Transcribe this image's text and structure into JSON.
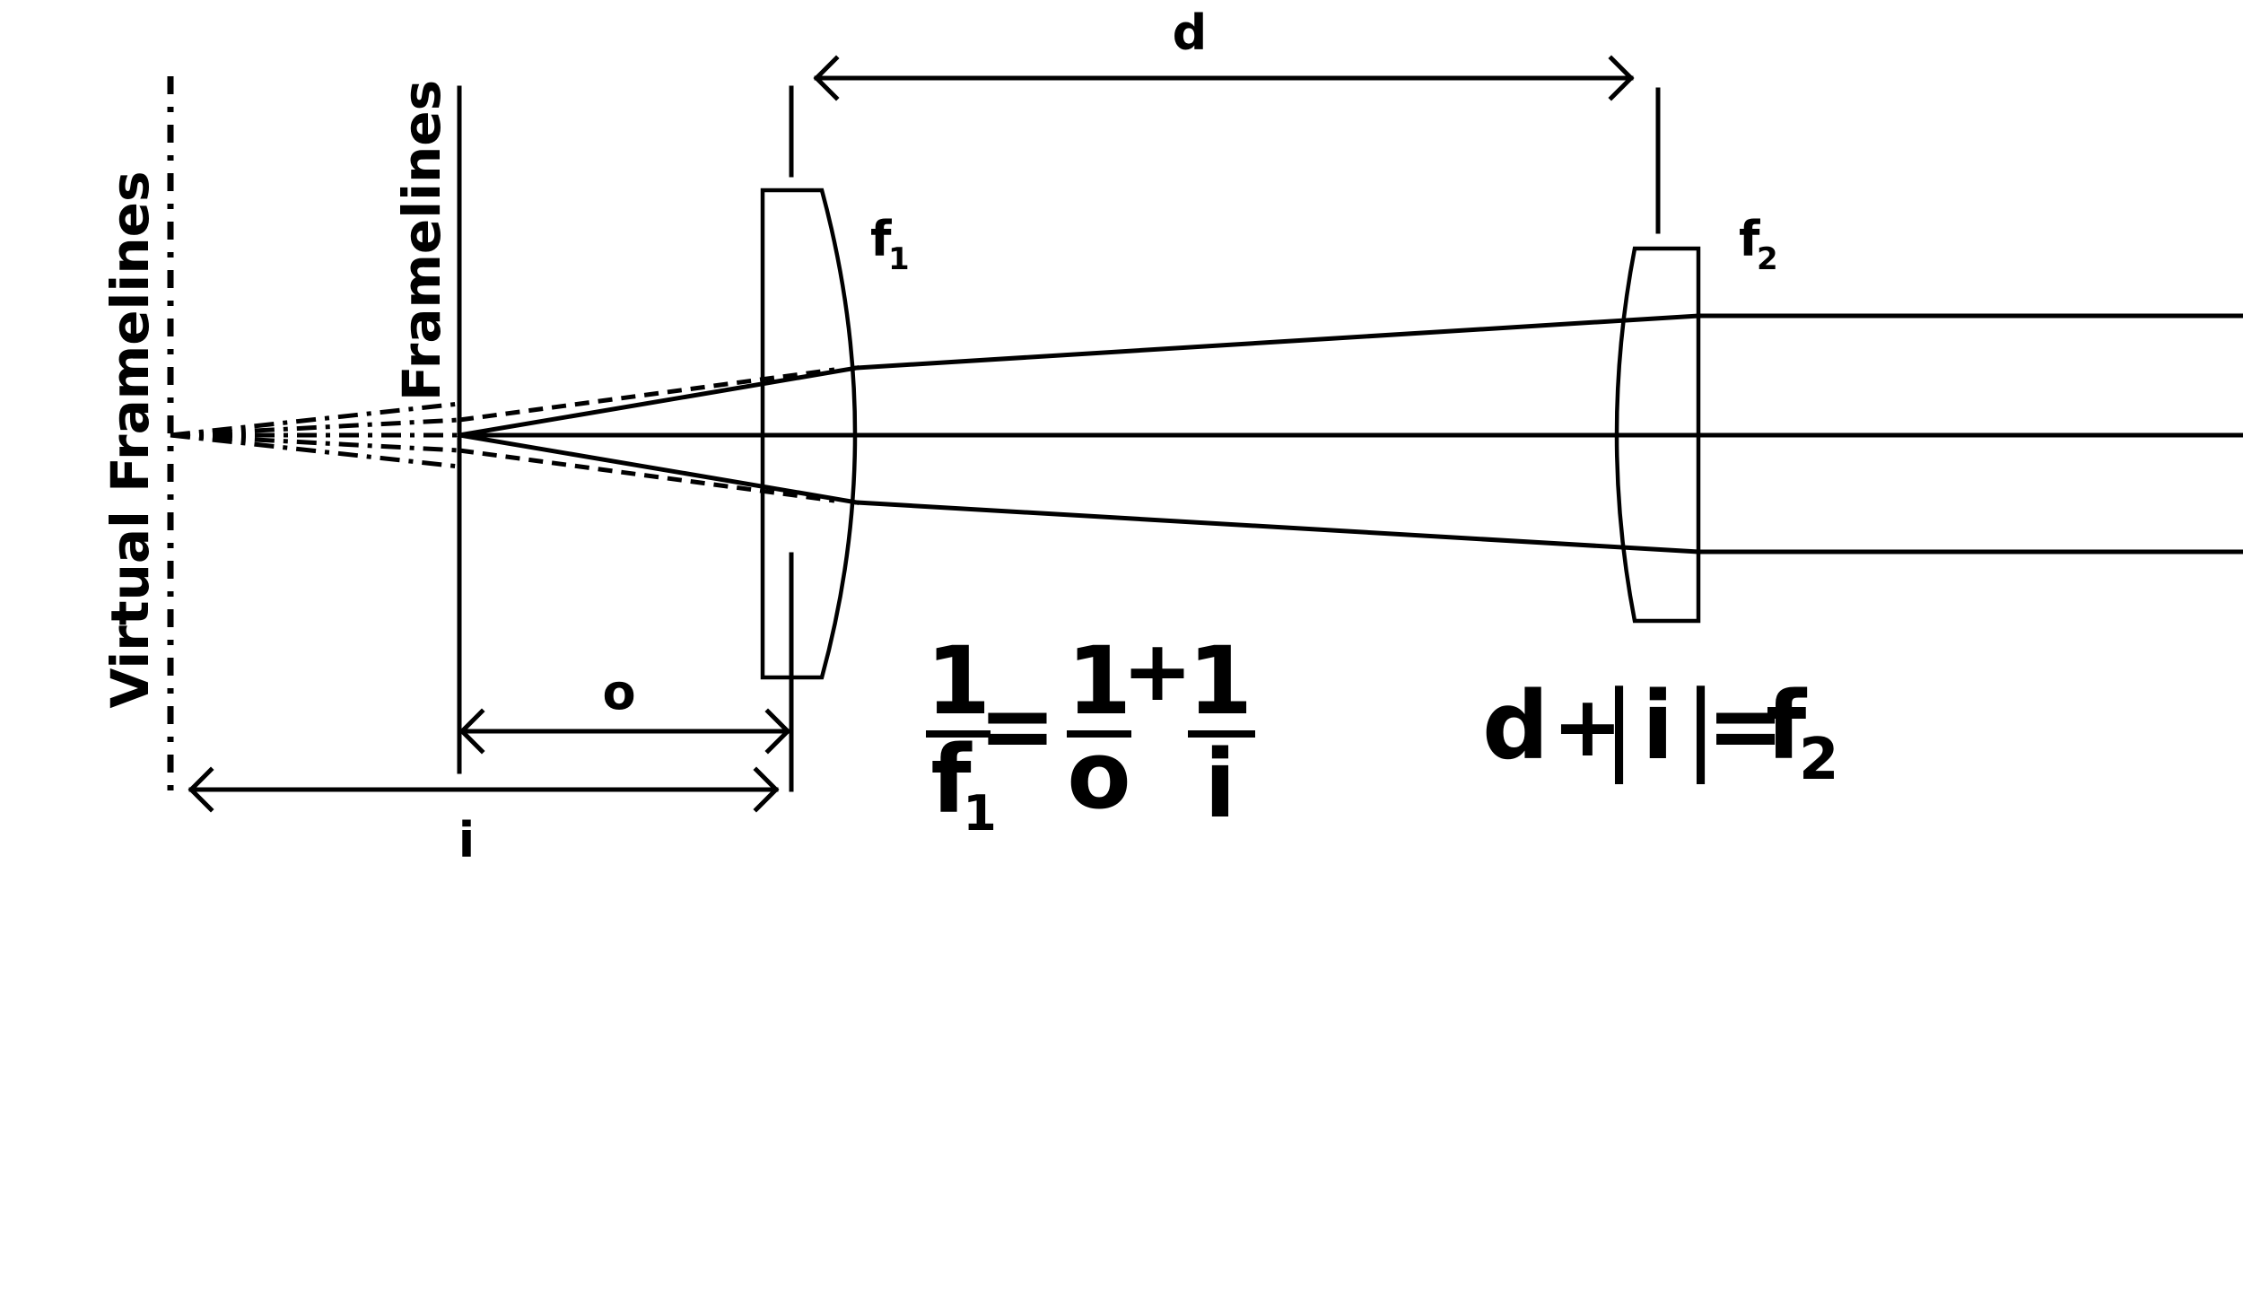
{
  "labels": {
    "virtual_framelines": "Virtual Framelines",
    "framelines": "Framelines",
    "d": "d",
    "o": "o",
    "i": "i",
    "f1_base": "f",
    "f1_sub": "1",
    "f2_base": "f",
    "f2_sub": "2"
  },
  "equation1": {
    "left_num": "1",
    "left_den_base": "f",
    "left_den_sub": "1",
    "equals": "=",
    "mid_num": "1",
    "mid_den": "o",
    "plus": "+",
    "right_num": "1",
    "right_den": "i"
  },
  "equation2": {
    "d": "d",
    "plus": "+",
    "abs_open": "|",
    "i": "i",
    "abs_close": "|",
    "equals": "=",
    "f_base": "f",
    "f_sub": "2"
  }
}
